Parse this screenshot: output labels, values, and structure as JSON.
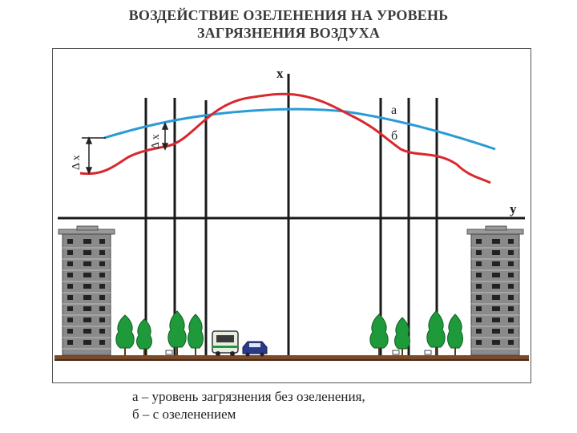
{
  "title": {
    "line1": "ВОЗДЕЙСТВИЕ ОЗЕЛЕНЕНИЯ НА УРОВЕНЬ",
    "line2": "ЗАГРЯЗНЕНИЯ ВОЗДУХА"
  },
  "axes": {
    "x_label": "x",
    "y_label": "y"
  },
  "curves": {
    "a_label": "а",
    "b_label": "б",
    "a_color": "#d9272e",
    "b_color": "#2b9bd6"
  },
  "deltas": {
    "left_label": "Δ x",
    "right_label": "Δ x"
  },
  "colors": {
    "tree": "#1f9a3a",
    "building": "#6e6e6e",
    "ground": "#7a4a2a"
  },
  "caption": {
    "line1": "а – уровень загрязнения без озеленения,",
    "line2": "б – с озеленением"
  }
}
